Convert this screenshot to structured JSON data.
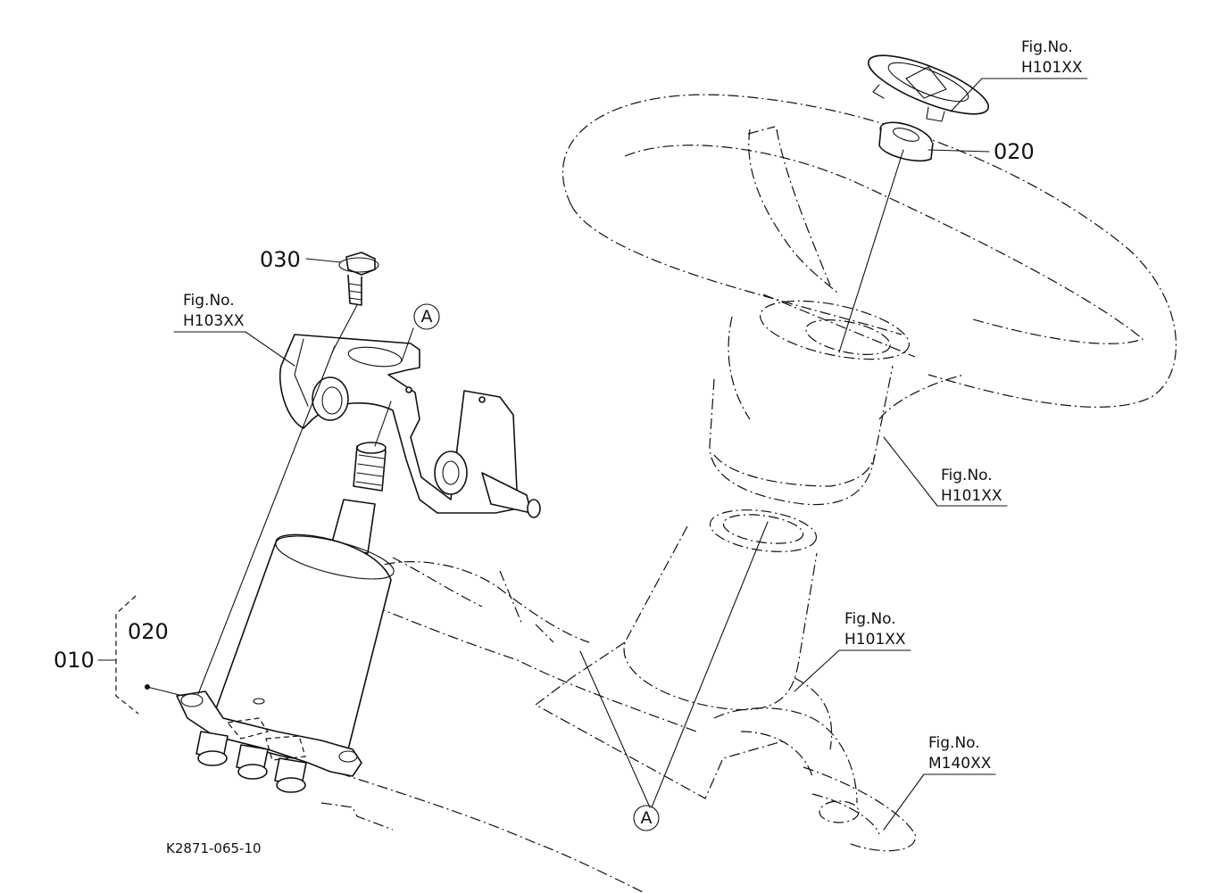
{
  "drawing_code": "K2871-065-10",
  "fig_refs": [
    {
      "line1": "Fig.No.",
      "line2": "H101XX"
    },
    {
      "line1": "Fig.No.",
      "line2": "H103XX"
    },
    {
      "line1": "Fig.No.",
      "line2": "H101XX"
    },
    {
      "line1": "Fig.No.",
      "line2": "H101XX"
    },
    {
      "line1": "Fig.No.",
      "line2": "M140XX"
    }
  ],
  "part_numbers": [
    "030",
    "020",
    "010",
    "020"
  ],
  "view_markers": [
    "A",
    "A"
  ]
}
